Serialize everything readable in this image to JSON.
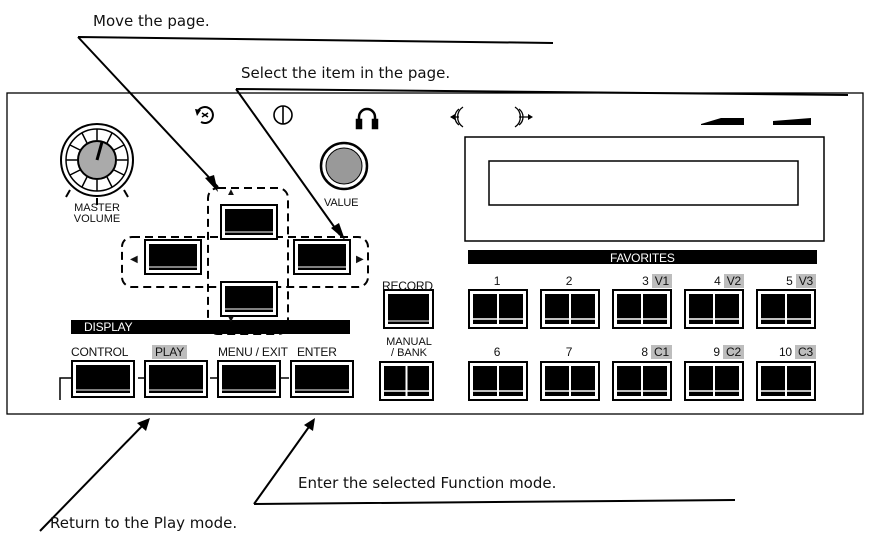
{
  "annotations": {
    "move_page": "Move the page.",
    "select_item": "Select the item in the page.",
    "enter_function": "Enter the selected Function mode.",
    "return_play": "Return to the Play mode."
  },
  "panel": {
    "master_volume_line1": "MASTER",
    "master_volume_line2": "VOLUME",
    "value_label": "VALUE",
    "record_label": "RECORD",
    "manual_bank_line1": "MANUAL",
    "manual_bank_line2": "/ BANK",
    "display_header": "DISPLAY",
    "favorites_header": "FAVORITES",
    "display_buttons": [
      "CONTROL",
      "PLAY",
      "MENU / EXIT",
      "ENTER"
    ],
    "favorites_row1": [
      {
        "num": "1",
        "tag": ""
      },
      {
        "num": "2",
        "tag": ""
      },
      {
        "num": "3",
        "tag": "V1"
      },
      {
        "num": "4",
        "tag": "V2"
      },
      {
        "num": "5",
        "tag": "V3"
      }
    ],
    "favorites_row2": [
      {
        "num": "6",
        "tag": ""
      },
      {
        "num": "7",
        "tag": ""
      },
      {
        "num": "8",
        "tag": "C1"
      },
      {
        "num": "9",
        "tag": "C2"
      },
      {
        "num": "10",
        "tag": "C3"
      }
    ],
    "arrows": {
      "up": "▲",
      "down": "▼",
      "left": "◀",
      "right": "▶"
    }
  },
  "icons": [
    "rotary-speaker-icon",
    "power-icon",
    "headphones-icon",
    "input-icon",
    "output-icon",
    "pedal-icon",
    "expression-icon"
  ]
}
